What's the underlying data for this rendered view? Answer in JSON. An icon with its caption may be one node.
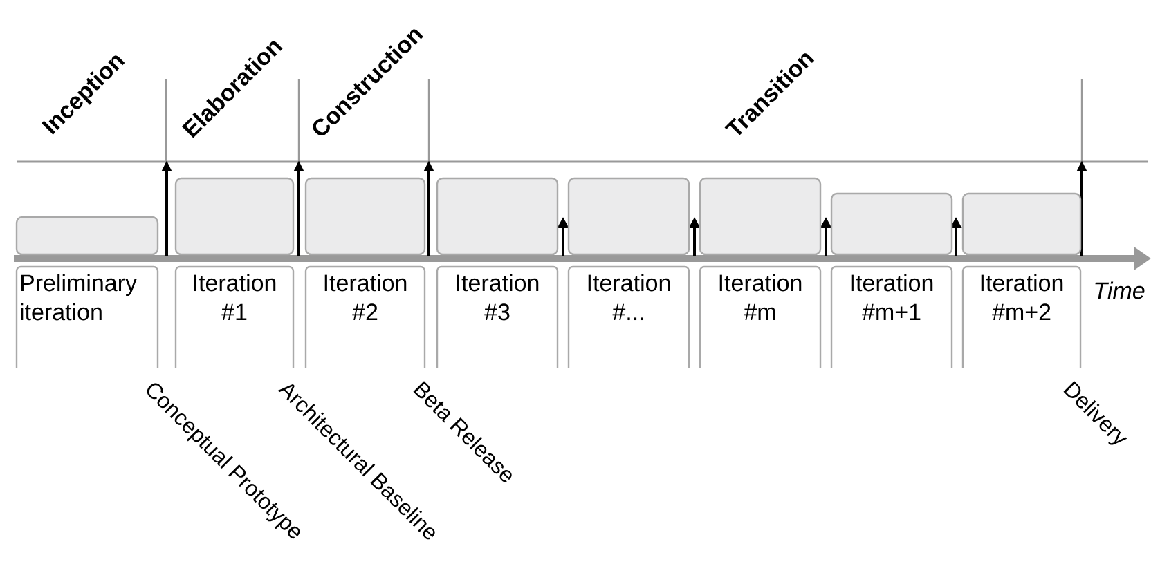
{
  "diagram": {
    "nodes": [
      {
        "text": [
          "Preliminary iteration"
        ]
      },
      {
        "text": [
          "Iteration #1"
        ]
      },
      {
        "text": [
          "Iteration #2"
        ]
      },
      {
        "text": [
          "Iteration #3"
        ]
      },
      {
        "text": [
          "Iteration #..."
        ]
      },
      {
        "text": [
          "Iteration #m"
        ]
      },
      {
        "text": [
          "Iteration #m+1"
        ]
      },
      {
        "text": [
          "Iteration #m+2"
        ]
      }
    ],
    "labels": [
      "Inception",
      "Elaboration",
      "Construction",
      "Transition",
      "Time",
      "Conceptual Prototype",
      "Architectural Baseline",
      "Beta Release",
      "Delivery"
    ]
  }
}
